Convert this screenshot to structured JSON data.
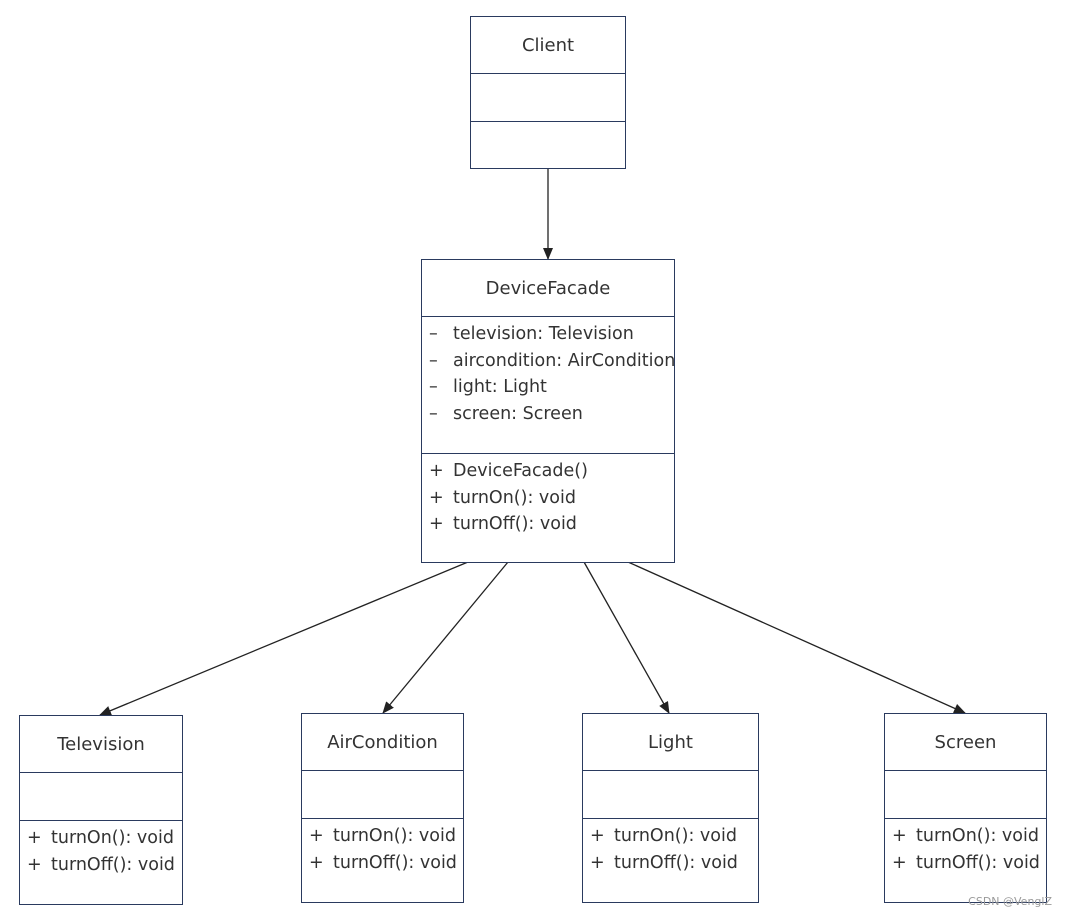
{
  "classes": {
    "client": {
      "name": "Client",
      "attributes": [],
      "methods": []
    },
    "device_facade": {
      "name": "DeviceFacade",
      "attributes": [
        {
          "vis": "–",
          "text": "television: Television"
        },
        {
          "vis": "–",
          "text": "aircondition: AirCondition"
        },
        {
          "vis": "–",
          "text": "light: Light"
        },
        {
          "vis": "–",
          "text": "screen: Screen"
        }
      ],
      "methods": [
        {
          "vis": "+",
          "text": "DeviceFacade()"
        },
        {
          "vis": "+",
          "text": "turnOn(): void"
        },
        {
          "vis": "+",
          "text": "turnOff(): void"
        }
      ]
    },
    "television": {
      "name": "Television",
      "attributes": [],
      "methods": [
        {
          "vis": "+",
          "text": "turnOn(): void"
        },
        {
          "vis": "+",
          "text": "turnOff(): void"
        }
      ]
    },
    "aircondition": {
      "name": "AirCondition",
      "attributes": [],
      "methods": [
        {
          "vis": "+",
          "text": "turnOn(): void"
        },
        {
          "vis": "+",
          "text": "turnOff(): void"
        }
      ]
    },
    "light": {
      "name": "Light",
      "attributes": [],
      "methods": [
        {
          "vis": "+",
          "text": "turnOn(): void"
        },
        {
          "vis": "+",
          "text": "turnOff(): void"
        }
      ]
    },
    "screen": {
      "name": "Screen",
      "attributes": [],
      "methods": [
        {
          "vis": "+",
          "text": "turnOn(): void"
        },
        {
          "vis": "+",
          "text": "turnOff(): void"
        }
      ]
    }
  },
  "associations": [
    {
      "from": "Client",
      "to": "DeviceFacade"
    },
    {
      "from": "DeviceFacade",
      "to": "Television"
    },
    {
      "from": "DeviceFacade",
      "to": "AirCondition"
    },
    {
      "from": "DeviceFacade",
      "to": "Light"
    },
    {
      "from": "DeviceFacade",
      "to": "Screen"
    }
  ],
  "watermark": "CSDN @VenglZ",
  "colors": {
    "border": "#2a3a5e",
    "arrow": "#222222",
    "text": "#333333"
  }
}
